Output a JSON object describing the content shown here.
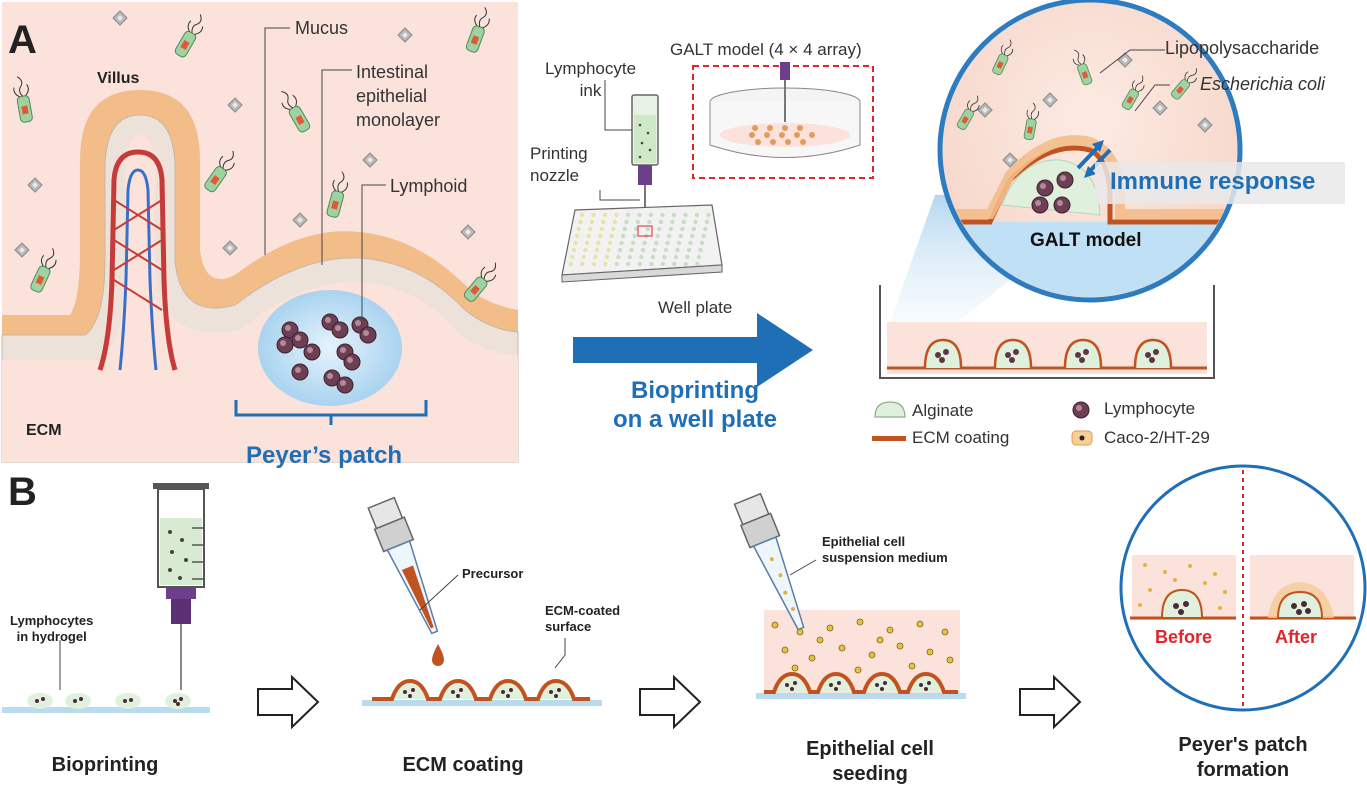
{
  "panel_a": {
    "letter": "A",
    "labels": {
      "villus": "Villus",
      "mucus": "Mucus",
      "epithelial": [
        "Intestinal",
        "epithelial",
        "monolayer"
      ],
      "lymphoid": "Lymphoid",
      "ecm": "ECM",
      "peyers_patch": "Peyer’s patch"
    },
    "printer": {
      "lymphocyte_ink": [
        "Lymphocyte",
        "ink"
      ],
      "printing_nozzle": [
        "Printing",
        "nozzle"
      ],
      "galt_array": "GALT model (4 × 4  array)",
      "well_plate": "Well plate",
      "arrow_caption": [
        "Bioprinting",
        "on a well plate"
      ]
    },
    "zoom": {
      "lps": "Lipopolysaccharide",
      "ecoli": "Escherichia coli",
      "immune_response": "Immune response",
      "galt_model": "GALT model"
    },
    "legend": [
      {
        "label": "Alginate",
        "icon": "alginate-icon"
      },
      {
        "label": "Lymphocyte",
        "icon": "lymphocyte-icon"
      },
      {
        "label": "ECM coating",
        "icon": "ecm-coating-icon"
      },
      {
        "label": "Caco-2/HT-29",
        "icon": "epithelial-cell-icon"
      }
    ]
  },
  "panel_b": {
    "letter": "B",
    "annotations": {
      "lymphocytes_in_hydrogel": [
        "Lymphocytes",
        "in hydrogel"
      ],
      "precursor": "Precursor",
      "ecm_coated_surface": [
        "ECM-coated",
        "surface"
      ],
      "epithelial_suspension": [
        "Epithelial cell",
        "suspension medium"
      ],
      "before": "Before",
      "after": "After"
    },
    "steps": [
      {
        "label": [
          "Bioprinting"
        ]
      },
      {
        "label": [
          "ECM coating"
        ]
      },
      {
        "label": [
          "Epithelial cell",
          "seeding"
        ]
      },
      {
        "label": [
          "Peyer's patch",
          "formation"
        ]
      }
    ]
  },
  "colors": {
    "mucus_bg": "#fbe3dc",
    "epithelium": "#f3bd8a",
    "ecm": "#c0531f",
    "alginate": "#dff0dc",
    "lymph_bg": "#bfe0f5",
    "blue": "#1f6fb7",
    "red": "#e0262b"
  }
}
